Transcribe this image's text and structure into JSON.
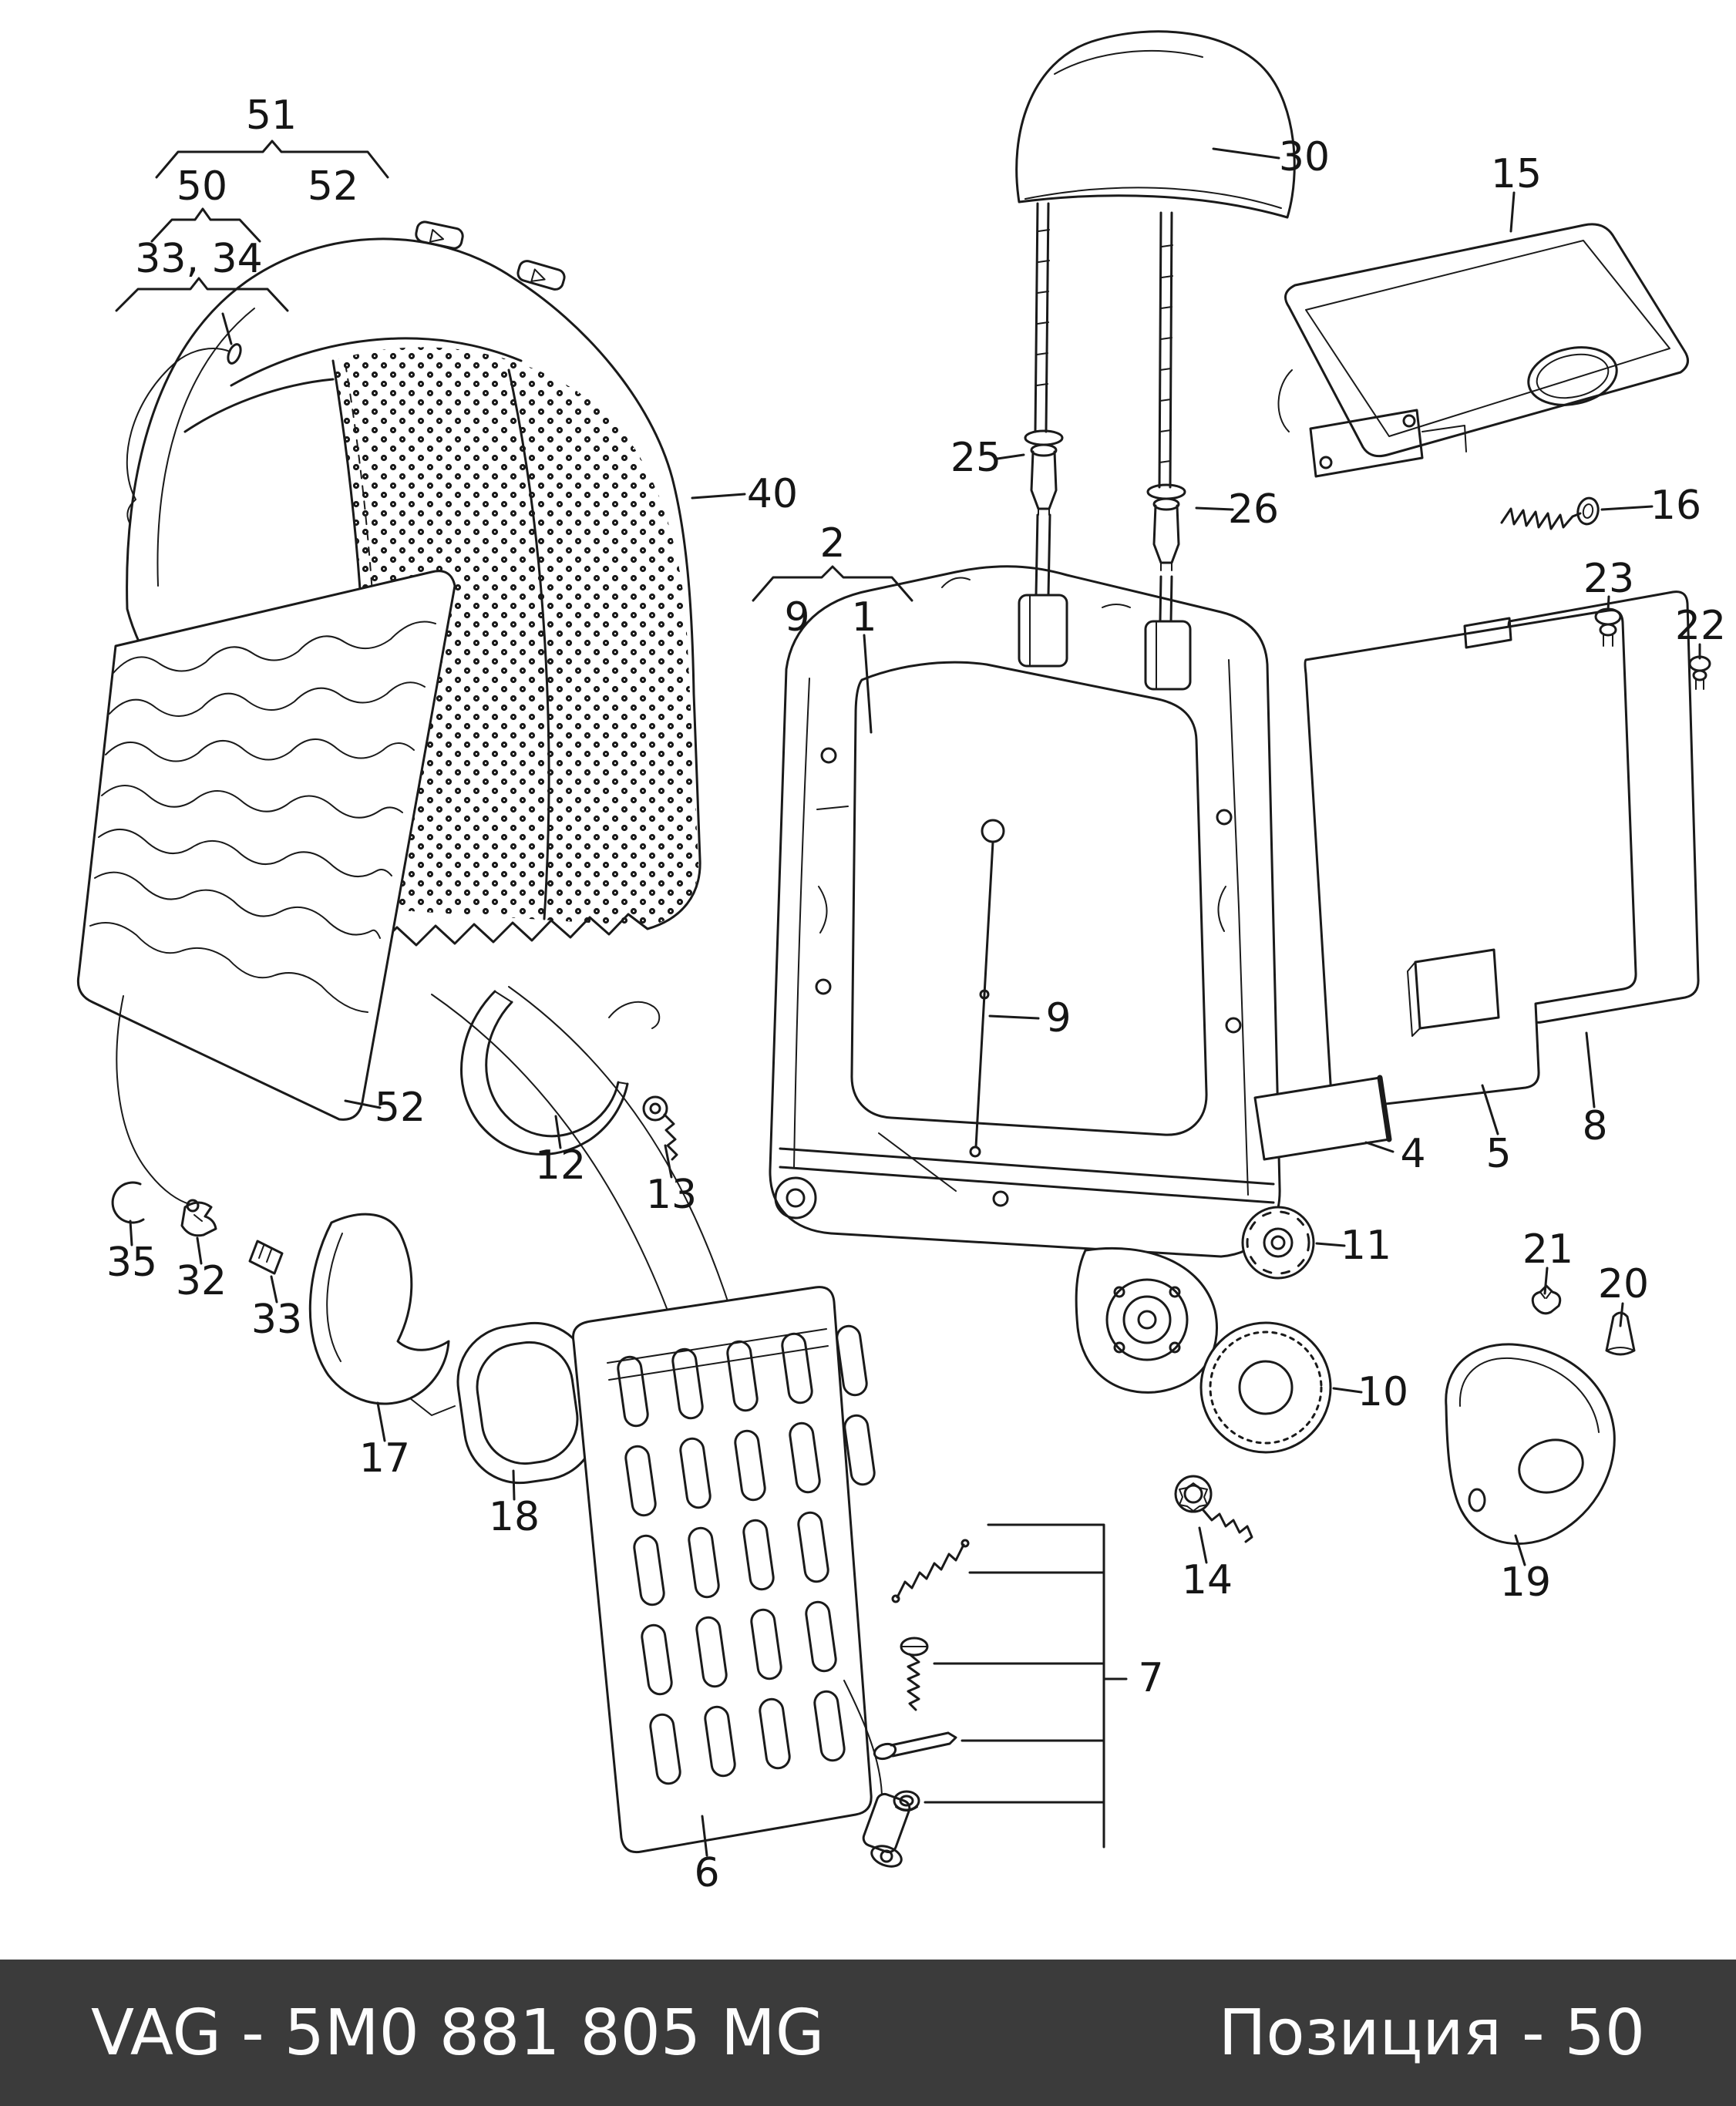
{
  "colors": {
    "background": "#ffffff",
    "line": "#1a1a1a",
    "footer_bg": "#3b3b3b",
    "footer_text": "#fdfdfd"
  },
  "footer": {
    "part_number": "VAG - 5M0 881 805 MG",
    "position_label": "Позиция - 50"
  },
  "callouts": [
    {
      "id": "51",
      "label": "51"
    },
    {
      "id": "50",
      "label": "50"
    },
    {
      "id": "52-top",
      "label": "52"
    },
    {
      "id": "33-34",
      "label": "33, 34"
    },
    {
      "id": "40",
      "label": "40"
    },
    {
      "id": "30",
      "label": "30"
    },
    {
      "id": "15",
      "label": "15"
    },
    {
      "id": "25",
      "label": "25"
    },
    {
      "id": "26",
      "label": "26"
    },
    {
      "id": "16",
      "label": "16"
    },
    {
      "id": "23",
      "label": "23"
    },
    {
      "id": "22",
      "label": "22"
    },
    {
      "id": "2",
      "label": "2"
    },
    {
      "id": "9-group",
      "label": "9"
    },
    {
      "id": "1",
      "label": "1"
    },
    {
      "id": "9-wire",
      "label": "9"
    },
    {
      "id": "4",
      "label": "4"
    },
    {
      "id": "5",
      "label": "5"
    },
    {
      "id": "8",
      "label": "8"
    },
    {
      "id": "11",
      "label": "11"
    },
    {
      "id": "10",
      "label": "10"
    },
    {
      "id": "12",
      "label": "12"
    },
    {
      "id": "13",
      "label": "13"
    },
    {
      "id": "52-mat",
      "label": "52"
    },
    {
      "id": "35",
      "label": "35"
    },
    {
      "id": "32",
      "label": "32"
    },
    {
      "id": "33",
      "label": "33"
    },
    {
      "id": "17",
      "label": "17"
    },
    {
      "id": "18",
      "label": "18"
    },
    {
      "id": "21",
      "label": "21"
    },
    {
      "id": "20",
      "label": "20"
    },
    {
      "id": "19",
      "label": "19"
    },
    {
      "id": "14",
      "label": "14"
    },
    {
      "id": "7",
      "label": "7"
    },
    {
      "id": "6",
      "label": "6"
    }
  ]
}
